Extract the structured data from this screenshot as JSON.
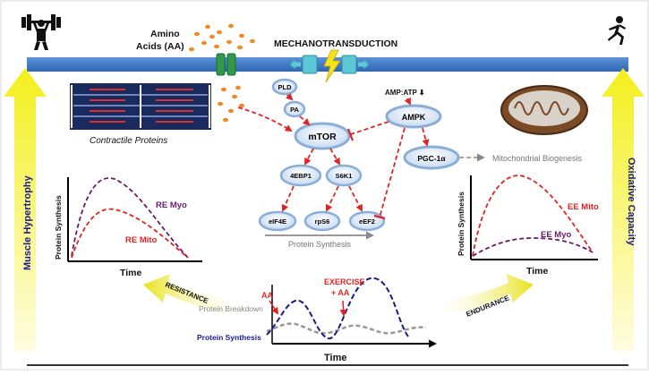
{
  "membrane": {
    "amino_acids_line1": "Amino",
    "amino_acids_line2": "Acids (AA)",
    "mechanotransduction": "MECHANOTRANSDUCTION",
    "contractile_proteins": "Contractile Proteins"
  },
  "pathway": {
    "pld": "PLD",
    "pa": "PA",
    "mtor": "mTOR",
    "ampk": "AMPK",
    "amp_atp": "AMP:ATP ⬇",
    "pgc1a": "PGC-1α",
    "mito_biogenesis": "Mitochondrial Biogenesis",
    "ebp1": "4EBP1",
    "s6k1": "S6K1",
    "eif4e": "eIF4E",
    "rps6": "rpS6",
    "eef2": "eEF2",
    "protein_synthesis": "Protein Synthesis"
  },
  "left_axis": {
    "label": "Muscle Hypertrophy"
  },
  "right_axis": {
    "label": "Oxidative Capacity"
  },
  "left_graph": {
    "ylabel": "Protein Synthesis",
    "xlabel": "Time",
    "series": [
      {
        "name": "RE Myo",
        "color": "#6a1b6a"
      },
      {
        "name": "RE Mito",
        "color": "#e02424"
      }
    ]
  },
  "right_graph": {
    "ylabel": "Protein Synthesis",
    "xlabel": "Time",
    "series": [
      {
        "name": "EE Mito",
        "color": "#e02424"
      },
      {
        "name": "EE Myo",
        "color": "#6a1b6a"
      }
    ]
  },
  "bottom_graph": {
    "resistance": "RESISTANCE",
    "endurance": "ENDURANCE",
    "protein_breakdown": "Protein Breakdown",
    "protein_synthesis": "Protein Synthesis",
    "aa": "AA",
    "exercise_line1": "EXERCISE",
    "exercise_line2": "+ AA",
    "xlabel": "Time"
  },
  "icons": {
    "left": "weightlifter-icon",
    "right": "runner-icon",
    "mitochondrion": "mitochondrion-icon",
    "sarcomere": "sarcomere-icon",
    "channel": "amino-acid-transporter-icon",
    "mechano": "mechanoreceptor-icon"
  },
  "colors": {
    "membrane": "#3a78c8",
    "node_fill": "#c9dcf0",
    "node_stroke": "#7ea6d6",
    "arrow_red": "#e02424",
    "myo_purple": "#6a1b6a",
    "amino_orange": "#f08a24",
    "yellow": "#f3ef2a",
    "navy": "#1a1a8c"
  }
}
